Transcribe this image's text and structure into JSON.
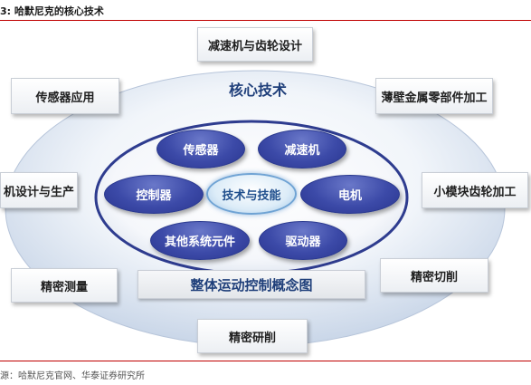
{
  "caption": "3:   哈默尼克的核心技术",
  "source": "源：哈默尼克官网、华泰证券研究所",
  "core_title": "核心技术",
  "center_label": "技术与技能",
  "concept_label": "整体运动控制概念图",
  "inner_items": {
    "sensor": "传感器",
    "reducer": "减速机",
    "controller": "控制器",
    "motor": "电机",
    "other_components": "其他系统元件",
    "driver": "驱动器"
  },
  "outer_items": {
    "reducer_gear_design": "减速机与齿轮设计",
    "sensor_application": "传感器应用",
    "thin_wall_metal_parts": "薄壁金属零部件加工",
    "machine_design_production": "机设计与生产",
    "small_module_gear": "小模块齿轮加工",
    "precision_measurement": "精密测量",
    "precision_cutting": "精密切削",
    "precision_grinding": "精密研削"
  },
  "colors": {
    "accent_rule": "#c00000",
    "pill_blue": "#3c4aa8",
    "title_blue": "#1f3f7a"
  }
}
